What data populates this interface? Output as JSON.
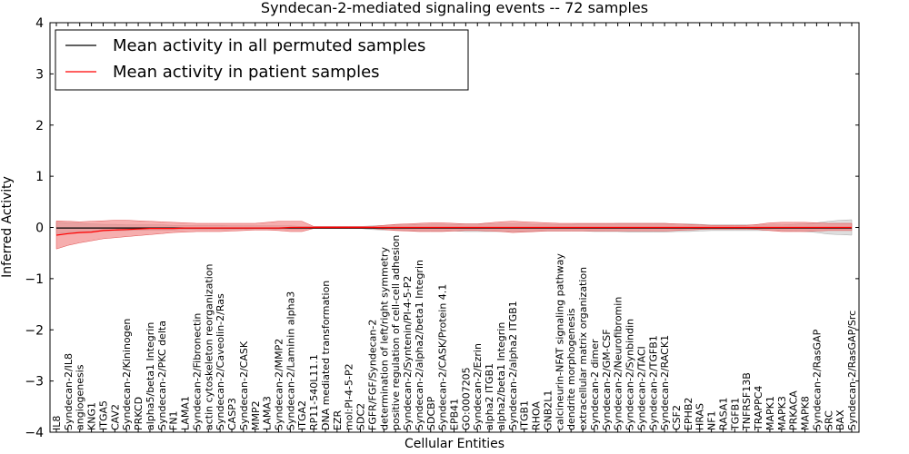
{
  "chart_data": {
    "type": "line",
    "title": "Syndecan-2-mediated signaling events -- 72 samples",
    "xlabel": "Cellular Entities",
    "ylabel": "Inferred Activity",
    "ylim": [
      -4,
      4
    ],
    "yticks": [
      "4",
      "3",
      "2",
      "1",
      "0",
      "−1",
      "−2",
      "−3",
      "−4"
    ],
    "grid": false,
    "legend_position": "top-left",
    "categories": [
      "IL8",
      "Syndecan-2/IL8",
      "angiogenesis",
      "KNG1",
      "ITGA5",
      "CAV2",
      "Syndecan-2/Kininogen",
      "PRKCD",
      "alpha5/beta1 Integrin",
      "Syndecan-2/PKC delta",
      "FN1",
      "LAMA1",
      "Syndecan-2/Fibronectin",
      "actin cytoskeleton reorganization",
      "Syndecan-2/Caveolin-2/Ras",
      "CASP3",
      "Syndecan-2/CASK",
      "MMP2",
      "LAMA3",
      "Syndecan-2/MMP2",
      "Syndecan-2/Laminin alpha3",
      "ITGA2",
      "RP11-540L11.1",
      "DNA mediated transformation",
      "EZR",
      "mol:PI-4-5-P2",
      "SDC2",
      "FGFR/FGF/Syndecan-2",
      "determination of left/right symmetry",
      "positive regulation of cell-cell adhesion",
      "Syndecan-2/Syntenin/PI-4-5-P2",
      "Syndecan-2/alpha2/beta1 Integrin",
      "SDCBP",
      "Syndecan-2/CASK/Protein 4.1",
      "EPB41",
      "GO:0007205",
      "Syndecan-2/Ezrin",
      "alpha2 ITGB1",
      "alpha2/beta1 Integrin",
      "Syndecan-2/alpha2 ITGB1",
      "ITGB1",
      "RHOA",
      "GNB2L1",
      "calcineurin-NFAT signaling pathway",
      "dendrite morphogenesis",
      "extracellular matrix organization",
      "Syndecan-2 dimer",
      "Syndecan-2/GM-CSF",
      "Syndecan-2/Neurofibromin",
      "Syndecan-2/Synbindin",
      "Syndecan-2/TACI",
      "Syndecan-2/TGFB1",
      "Syndecan-2/RACK1",
      "CSF2",
      "EPHB2",
      "HRAS",
      "NF1",
      "RASA1",
      "TGFB1",
      "TNFRSF13B",
      "TRAPPC4",
      "MAPK1",
      "MAPK3",
      "PRKACA",
      "MAPK8",
      "Syndecan-2/RasGAP",
      "SRC",
      "BAX",
      "Syndecan-2/RasGAP/Src"
    ],
    "series": [
      {
        "name": "Mean activity in all permuted samples",
        "color": "#000000",
        "values": [
          -0.01,
          -0.01,
          -0.01,
          -0.01,
          -0.01,
          -0.01,
          -0.01,
          -0.01,
          -0.01,
          -0.01,
          -0.01,
          -0.01,
          -0.01,
          -0.01,
          -0.01,
          -0.01,
          -0.01,
          -0.01,
          -0.01,
          -0.01,
          -0.01,
          -0.01,
          -0.01,
          -0.01,
          -0.01,
          -0.01,
          -0.01,
          -0.01,
          -0.01,
          -0.01,
          -0.01,
          -0.01,
          -0.01,
          -0.01,
          -0.01,
          -0.01,
          -0.01,
          -0.01,
          -0.01,
          -0.01,
          -0.01,
          -0.01,
          -0.01,
          -0.01,
          -0.01,
          -0.01,
          -0.01,
          -0.01,
          -0.01,
          -0.01,
          -0.01,
          -0.01,
          -0.01,
          -0.01,
          -0.01,
          -0.01,
          -0.01,
          -0.01,
          -0.01,
          -0.01,
          -0.01,
          -0.01,
          -0.01,
          -0.01,
          -0.01,
          -0.01,
          -0.01,
          -0.01,
          -0.01
        ],
        "band_lower": [
          -0.12,
          -0.1,
          -0.09,
          -0.08,
          -0.07,
          -0.06,
          -0.06,
          -0.05,
          -0.05,
          -0.05,
          -0.05,
          -0.04,
          -0.04,
          -0.04,
          -0.04,
          -0.04,
          -0.03,
          -0.03,
          -0.03,
          -0.03,
          -0.03,
          -0.03,
          -0.02,
          -0.02,
          -0.02,
          -0.02,
          -0.02,
          -0.04,
          -0.05,
          -0.05,
          -0.06,
          -0.07,
          -0.07,
          -0.07,
          -0.07,
          -0.08,
          -0.08,
          -0.08,
          -0.08,
          -0.08,
          -0.08,
          -0.07,
          -0.07,
          -0.07,
          -0.07,
          -0.07,
          -0.08,
          -0.08,
          -0.08,
          -0.09,
          -0.09,
          -0.09,
          -0.09,
          -0.08,
          -0.08,
          -0.07,
          -0.06,
          -0.06,
          -0.06,
          -0.06,
          -0.06,
          -0.06,
          -0.06,
          -0.07,
          -0.08,
          -0.1,
          -0.13,
          -0.14,
          -0.15
        ],
        "band_upper": [
          0.1,
          0.09,
          0.08,
          0.07,
          0.06,
          0.06,
          0.05,
          0.05,
          0.05,
          0.05,
          0.04,
          0.04,
          0.04,
          0.04,
          0.04,
          0.03,
          0.03,
          0.03,
          0.03,
          0.03,
          0.03,
          0.02,
          0.02,
          0.02,
          0.02,
          0.02,
          0.02,
          0.03,
          0.04,
          0.05,
          0.05,
          0.06,
          0.06,
          0.06,
          0.06,
          0.07,
          0.07,
          0.07,
          0.07,
          0.07,
          0.07,
          0.06,
          0.06,
          0.06,
          0.06,
          0.07,
          0.07,
          0.07,
          0.08,
          0.08,
          0.08,
          0.08,
          0.08,
          0.07,
          0.07,
          0.06,
          0.05,
          0.05,
          0.05,
          0.05,
          0.05,
          0.05,
          0.05,
          0.06,
          0.07,
          0.09,
          0.12,
          0.14,
          0.15
        ]
      },
      {
        "name": "Mean activity in patient samples",
        "color": "#ff0000",
        "values": [
          -0.15,
          -0.12,
          -0.1,
          -0.09,
          -0.06,
          -0.05,
          -0.04,
          -0.03,
          -0.02,
          -0.02,
          -0.02,
          -0.01,
          -0.01,
          -0.01,
          -0.01,
          -0.01,
          -0.01,
          -0.01,
          -0.01,
          -0.01,
          0.0,
          0.0,
          0.0,
          0.0,
          0.0,
          0.0,
          0.0,
          0.0,
          0.0,
          0.0,
          0.0,
          0.0,
          0.0,
          0.0,
          0.0,
          0.0,
          0.0,
          0.0,
          0.0,
          0.0,
          0.0,
          0.0,
          0.0,
          0.0,
          0.0,
          0.0,
          0.0,
          0.0,
          0.0,
          0.0,
          0.0,
          0.0,
          0.0,
          0.0,
          0.0,
          0.0,
          0.0,
          0.0,
          0.0,
          0.0,
          0.0,
          0.0,
          0.0,
          0.0,
          0.0,
          0.0,
          0.0,
          0.0,
          0.0
        ],
        "band_lower": [
          -0.42,
          -0.35,
          -0.3,
          -0.26,
          -0.22,
          -0.2,
          -0.18,
          -0.16,
          -0.14,
          -0.12,
          -0.1,
          -0.09,
          -0.08,
          -0.08,
          -0.08,
          -0.07,
          -0.06,
          -0.05,
          -0.05,
          -0.06,
          -0.08,
          -0.08,
          -0.02,
          -0.02,
          -0.02,
          -0.02,
          -0.02,
          -0.02,
          -0.04,
          -0.06,
          -0.07,
          -0.08,
          -0.08,
          -0.08,
          -0.07,
          -0.06,
          -0.06,
          -0.07,
          -0.08,
          -0.1,
          -0.09,
          -0.08,
          -0.07,
          -0.07,
          -0.07,
          -0.07,
          -0.07,
          -0.07,
          -0.07,
          -0.07,
          -0.07,
          -0.07,
          -0.07,
          -0.06,
          -0.05,
          -0.04,
          -0.03,
          -0.03,
          -0.03,
          -0.03,
          -0.04,
          -0.06,
          -0.08,
          -0.08,
          -0.08,
          -0.07,
          -0.06,
          -0.06,
          -0.06
        ],
        "band_upper": [
          0.13,
          0.12,
          0.11,
          0.12,
          0.13,
          0.14,
          0.14,
          0.13,
          0.12,
          0.11,
          0.1,
          0.09,
          0.08,
          0.08,
          0.08,
          0.08,
          0.08,
          0.08,
          0.1,
          0.12,
          0.12,
          0.12,
          0.02,
          0.02,
          0.02,
          0.02,
          0.02,
          0.02,
          0.04,
          0.06,
          0.07,
          0.08,
          0.09,
          0.09,
          0.08,
          0.07,
          0.07,
          0.09,
          0.11,
          0.12,
          0.11,
          0.1,
          0.09,
          0.08,
          0.08,
          0.08,
          0.08,
          0.08,
          0.08,
          0.08,
          0.08,
          0.08,
          0.08,
          0.07,
          0.06,
          0.05,
          0.04,
          0.04,
          0.04,
          0.04,
          0.06,
          0.09,
          0.1,
          0.1,
          0.1,
          0.09,
          0.08,
          0.08,
          0.08
        ]
      }
    ]
  }
}
